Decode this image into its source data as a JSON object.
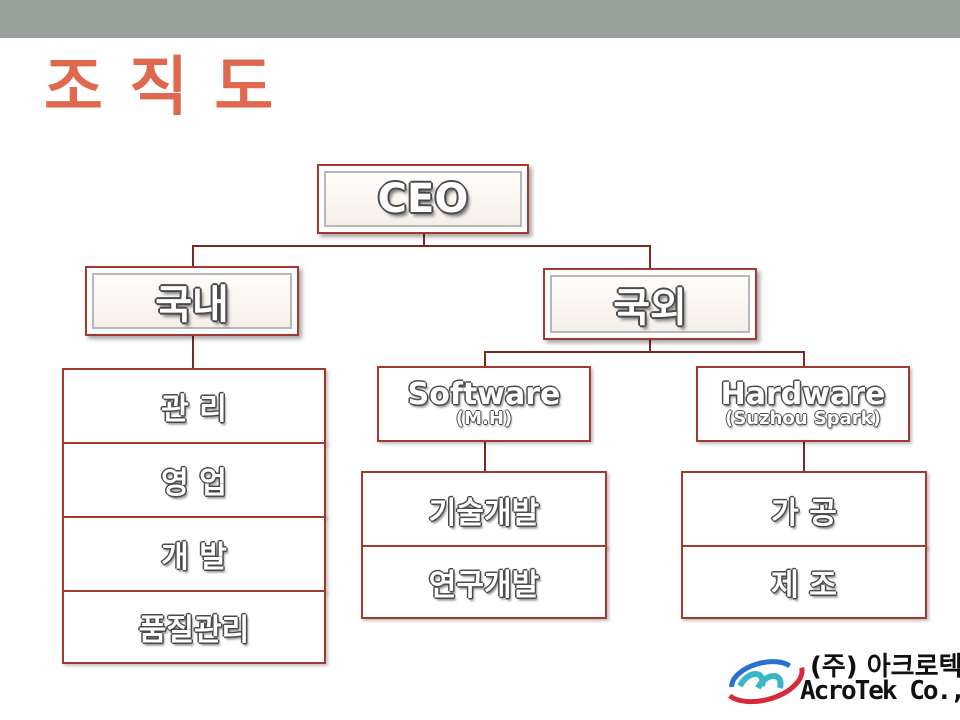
{
  "title": "조 직 도",
  "nodes": {
    "ceo": "CEO",
    "domestic": "국내",
    "overseas": "국외",
    "software": {
      "name": "Software",
      "sub": "(M.H)"
    },
    "hardware": {
      "name": "Hardware",
      "sub": "(Suzhou Spark)"
    }
  },
  "domestic_departments": [
    "관 리",
    "영 업",
    "개 발",
    "품질관리"
  ],
  "software_departments": [
    "기술개발",
    "연구개발"
  ],
  "hardware_departments": [
    "가 공",
    "제 조"
  ],
  "logo": {
    "korean": "(주) 아크로텍",
    "english": "AcroTek Co.,Ltd"
  },
  "colors": {
    "title": "#e0684e",
    "border": "#a33a31",
    "topbar": "#97a39a"
  }
}
